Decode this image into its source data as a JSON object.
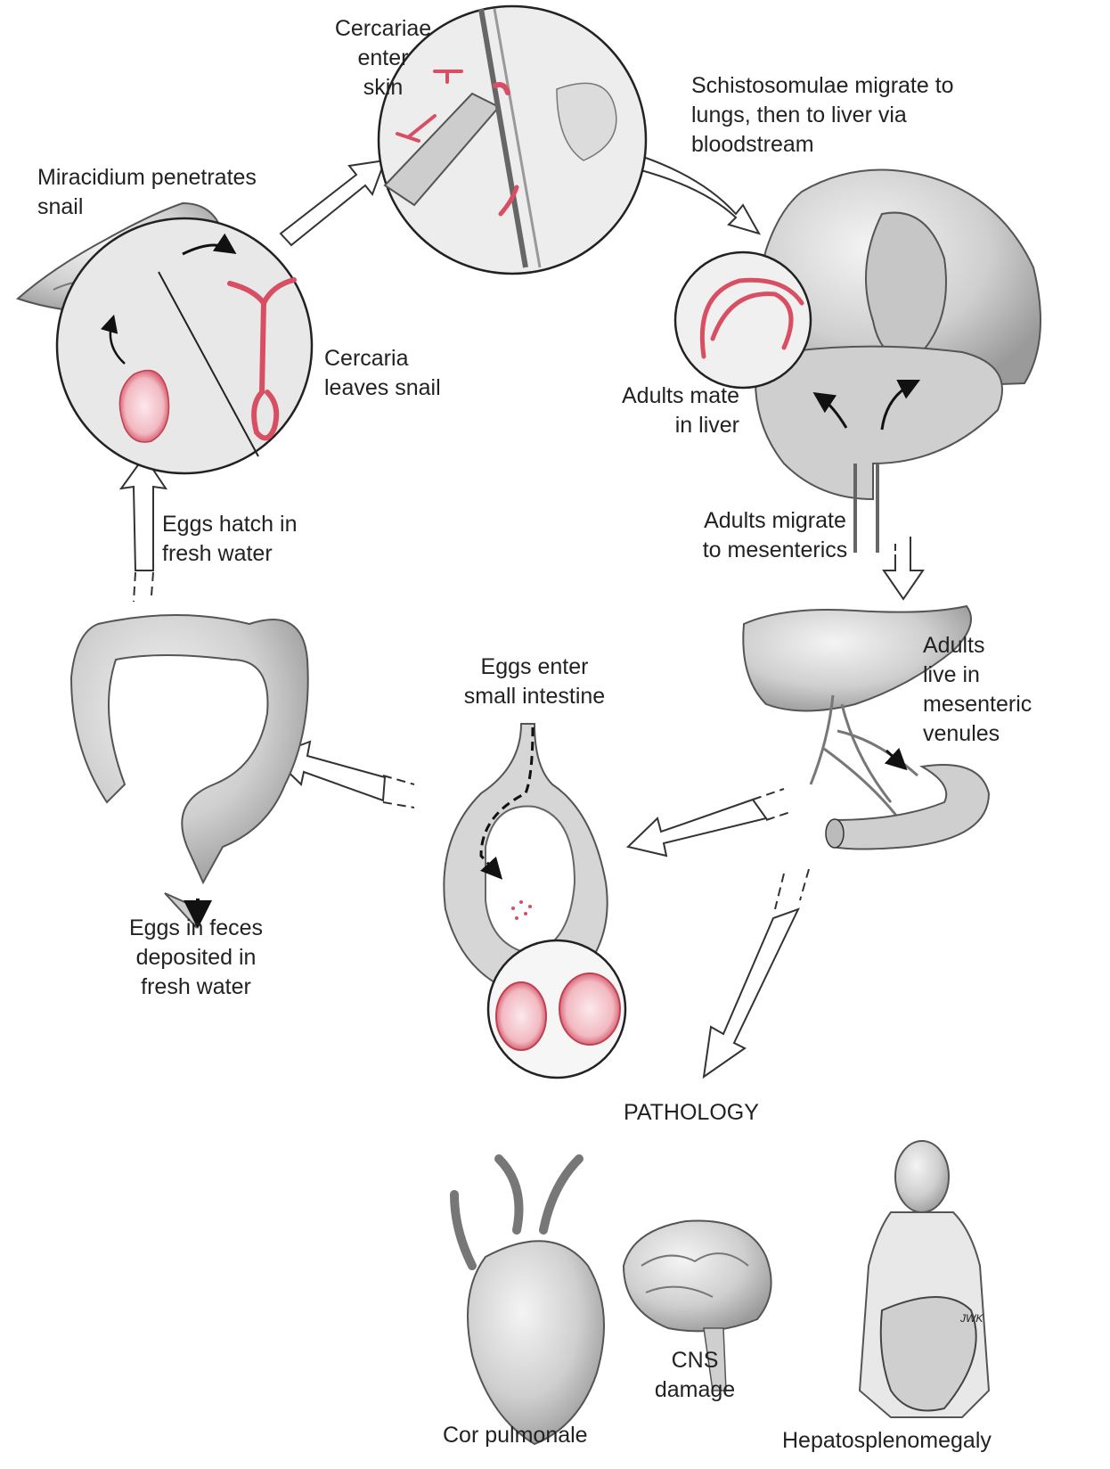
{
  "colors": {
    "organ_fill": "#d9d9d9",
    "organ_stroke": "#555555",
    "parasite": "#e06a78",
    "arrow_fill": "#ffffff",
    "arrow_stroke": "#333333",
    "text": "#222222"
  },
  "labels": {
    "cercariae_enter_skin": "Cercariae\nenter\nskin",
    "schistosomulae_migrate": "Schistosomulae migrate to\nlungs, then to liver via\nbloodstream",
    "miracidium_penetrates": "Miracidium penetrates\nsnail",
    "cercaria_leaves": "Cercaria\nleaves snail",
    "adults_mate": "Adults mate\nin liver",
    "eggs_hatch": "Eggs hatch in\nfresh water",
    "adults_migrate": "Adults migrate\nto mesenterics",
    "eggs_enter_intestine": "Eggs enter\nsmall intestine",
    "adults_live": "Adults\nlive in\nmesenteric\nvenules",
    "eggs_in_feces": "Eggs in feces\ndeposited in\nfresh water",
    "pathology": "PATHOLOGY",
    "cor_pulmonale": "Cor pulmonale",
    "cns_damage": "CNS\ndamage",
    "hepatosplenomegaly": "Hepatosplenomegaly",
    "signature": "JWK"
  },
  "icons": {
    "snail": "snail-icon",
    "skin": "skin-cross-section-icon",
    "lungs_liver": "lungs-heart-liver-icon",
    "mesentery": "liver-mesenteric-veins-icon",
    "intestine_section": "intestine-cross-section-icon",
    "colon": "large-intestine-icon",
    "heart": "heart-icon",
    "brain": "brain-icon",
    "patient": "patient-figure-icon"
  }
}
